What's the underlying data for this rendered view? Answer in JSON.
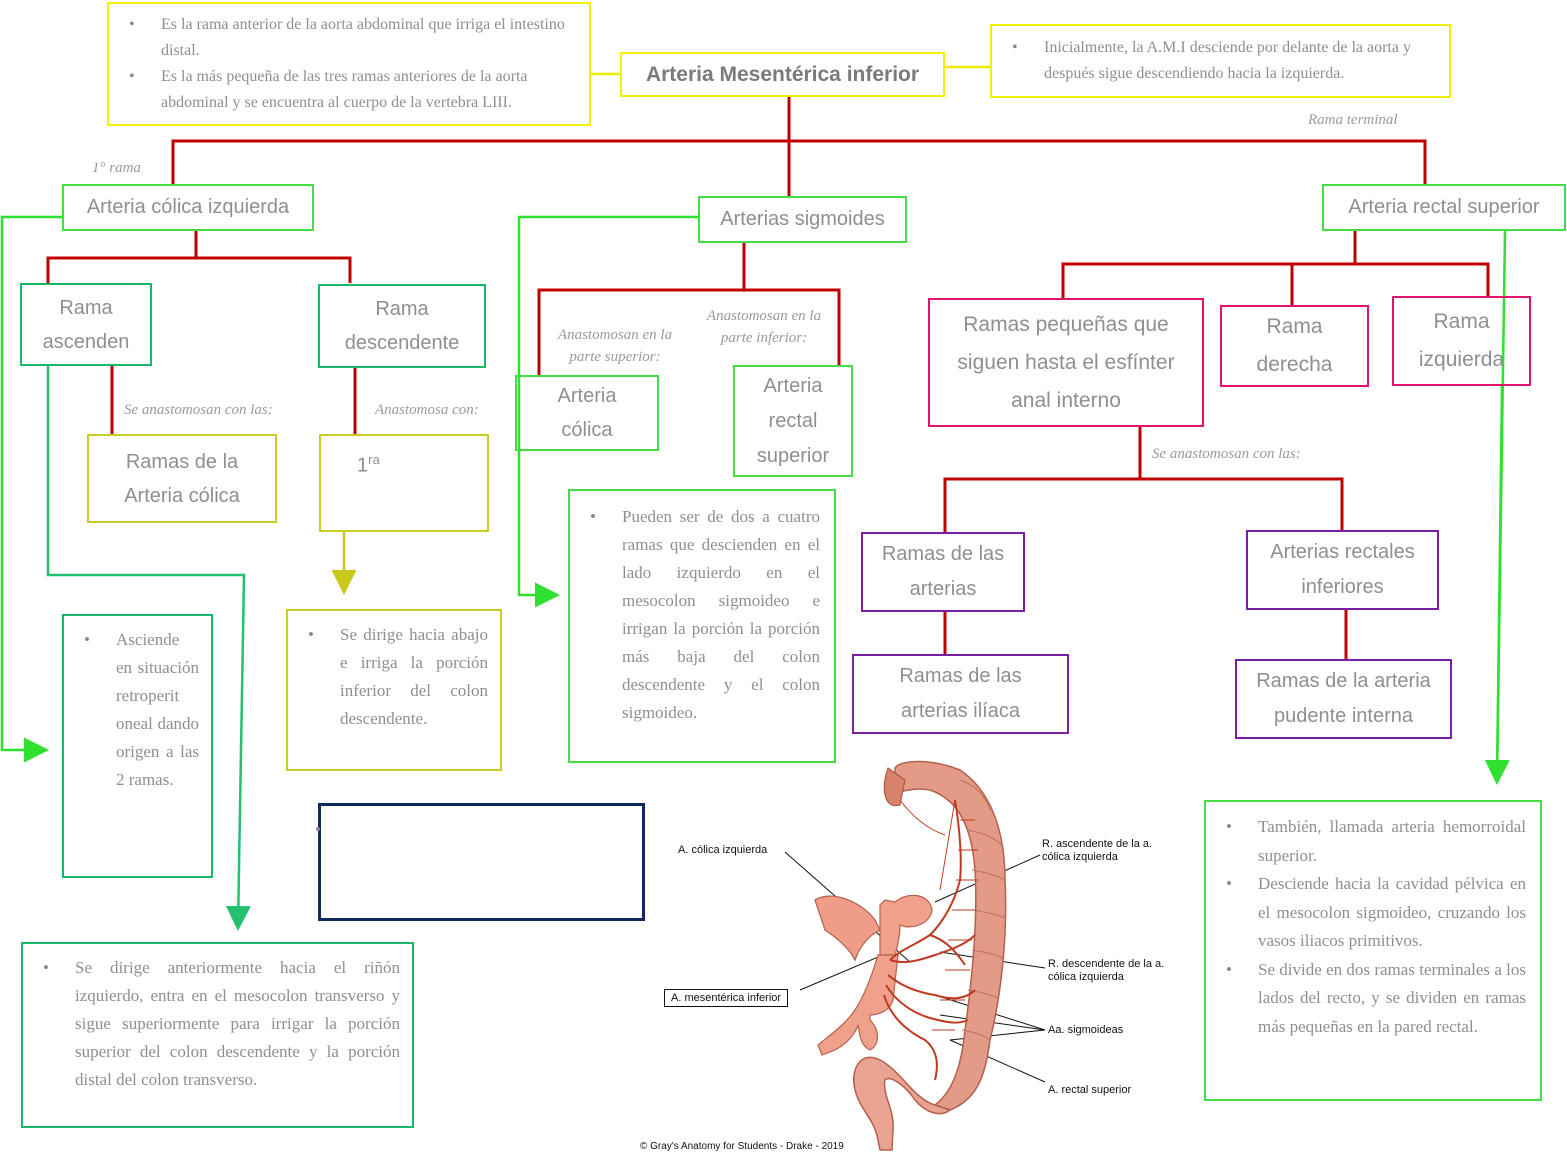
{
  "title": "Arteria Mesentérica inferior",
  "intro_left": [
    "Es la rama anterior de la aorta abdominal que irriga el intestino distal.",
    "Es la más pequeña de las tres ramas anteriores de la aorta abdominal y se encuentra al cuerpo de la vertebra LIII."
  ],
  "intro_right": "Inicialmente, la A.M.I desciende por delante de la aorta y después sigue descendiendo hacia la izquierda.",
  "labels": {
    "primera_rama": "1° rama",
    "rama_terminal": "Rama terminal",
    "se_anastomosan_con_las": "Se anastomosan con las:",
    "anastomosa_con": "Anastomosa con:",
    "anast_parte_superior": "Anastomosan en la parte superior:",
    "anast_parte_inferior": "Anastomosan en la parte inferior:",
    "se_anastomosan_con_las_2": "Se anastomosan con las:"
  },
  "colica_izquierda": {
    "title": "Arteria cólica izquierda",
    "rama_ascendente": "Rama ascenden",
    "rama_descendente": "Rama descendente",
    "ramas_arteria_colica": "Ramas de la Arteria cólica",
    "primera": "1",
    "primera_sup": "ra",
    "ascendente_desc": "Asciende en situación retroperit oneal dando origen a las 2 ramas.",
    "descendente_desc": "Se dirige hacia abajo e irriga la porción inferior del colon descendente.",
    "main_desc": "Se dirige anteriormente hacia el riñón izquierdo, entra en el mesocolon transverso y sigue superiormente para irrigar la porción superior del colon descendente y la porción distal del colon transverso."
  },
  "sigmoides": {
    "title": "Arterias sigmoides",
    "arteria_colica": "Arteria cólica",
    "arteria_rectal_superior": "Arteria rectal superior",
    "desc": "Pueden ser de dos a cuatro ramas que descienden en el lado izquierdo en el mesocolon sigmoideo e irrigan la porción la porción más baja del colon descendente y el colon sigmoideo."
  },
  "rectal_superior": {
    "title": "Arteria rectal superior",
    "ramas_pequenas": "Ramas pequeñas que siguen hasta el esfínter anal interno",
    "rama_derecha": "Rama derecha",
    "rama_izquierda": "Rama izquierda",
    "ramas_arterias": "Ramas de las arterias",
    "ramas_arterias_iliaca": "Ramas de las arterias ilíaca",
    "arterias_rectales_inferiores": "Arterias rectales inferiores",
    "ramas_pudente": "Ramas de la arteria pudente interna",
    "desc": [
      "También, llamada arteria hemorroidal superior.",
      "Desciende hacia la cavidad pélvica en el mesocolon sigmoideo, cruzando los vasos iliacos primitivos.",
      "Se divide en dos ramas terminales a los lados del recto, y se dividen en ramas más pequeñas en la pared rectal."
    ]
  },
  "illustration": {
    "labels": {
      "colica_izquierda": "A. cólica izquierda",
      "r_ascendente": "R. ascendente de la a. cólica izquierda",
      "r_descendente": "R. descendente de la a. cólica izquierda",
      "mesenterica": "A. mesentérica inferior",
      "sigmoideas": "Aa. sigmoideas",
      "rectal_superior": "A. rectal superior"
    },
    "credit": "© Gray's Anatomy for Students - Drake - 2019"
  },
  "colors": {
    "yellow": "#f2f200",
    "red": "#c00000",
    "green": "#22cc22",
    "teal": "#18b86a",
    "olive": "#cccc22",
    "pink": "#e0136e",
    "purple": "#7a1fa2",
    "navy": "#0f2a5c"
  }
}
